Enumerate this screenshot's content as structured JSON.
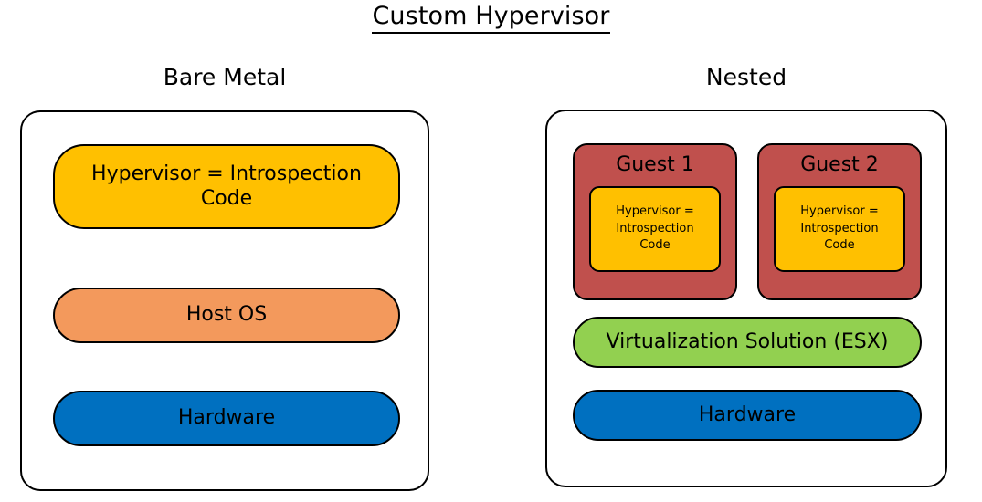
{
  "title": "Custom Hypervisor",
  "colors": {
    "hypervisor_yellow": "#FFC000",
    "host_os_orange": "#F3995C",
    "hardware_blue": "#0070C0",
    "guest_red": "#C0504D",
    "virtualization_green": "#92D050",
    "outline_black": "#000000",
    "background_white": "#FFFFFF"
  },
  "columns": {
    "bare_metal": {
      "heading": "Bare Metal",
      "layers": [
        {
          "label": "Hypervisor = Introspection Code",
          "color": "#FFC000"
        },
        {
          "label": "Host OS",
          "color": "#F3995C"
        },
        {
          "label": "Hardware",
          "color": "#0070C0"
        }
      ]
    },
    "nested": {
      "heading": "Nested",
      "guests": [
        {
          "label": "Guest 1",
          "inner": {
            "line1": "Hypervisor =",
            "line2": "Introspection",
            "line3": "Code"
          }
        },
        {
          "label": "Guest 2",
          "inner": {
            "line1": "Hypervisor =",
            "line2": "Introspection",
            "line3": "Code"
          }
        }
      ],
      "layers": [
        {
          "label": "Virtualization Solution (ESX)",
          "color": "#92D050"
        },
        {
          "label": "Hardware",
          "color": "#0070C0"
        }
      ]
    }
  }
}
